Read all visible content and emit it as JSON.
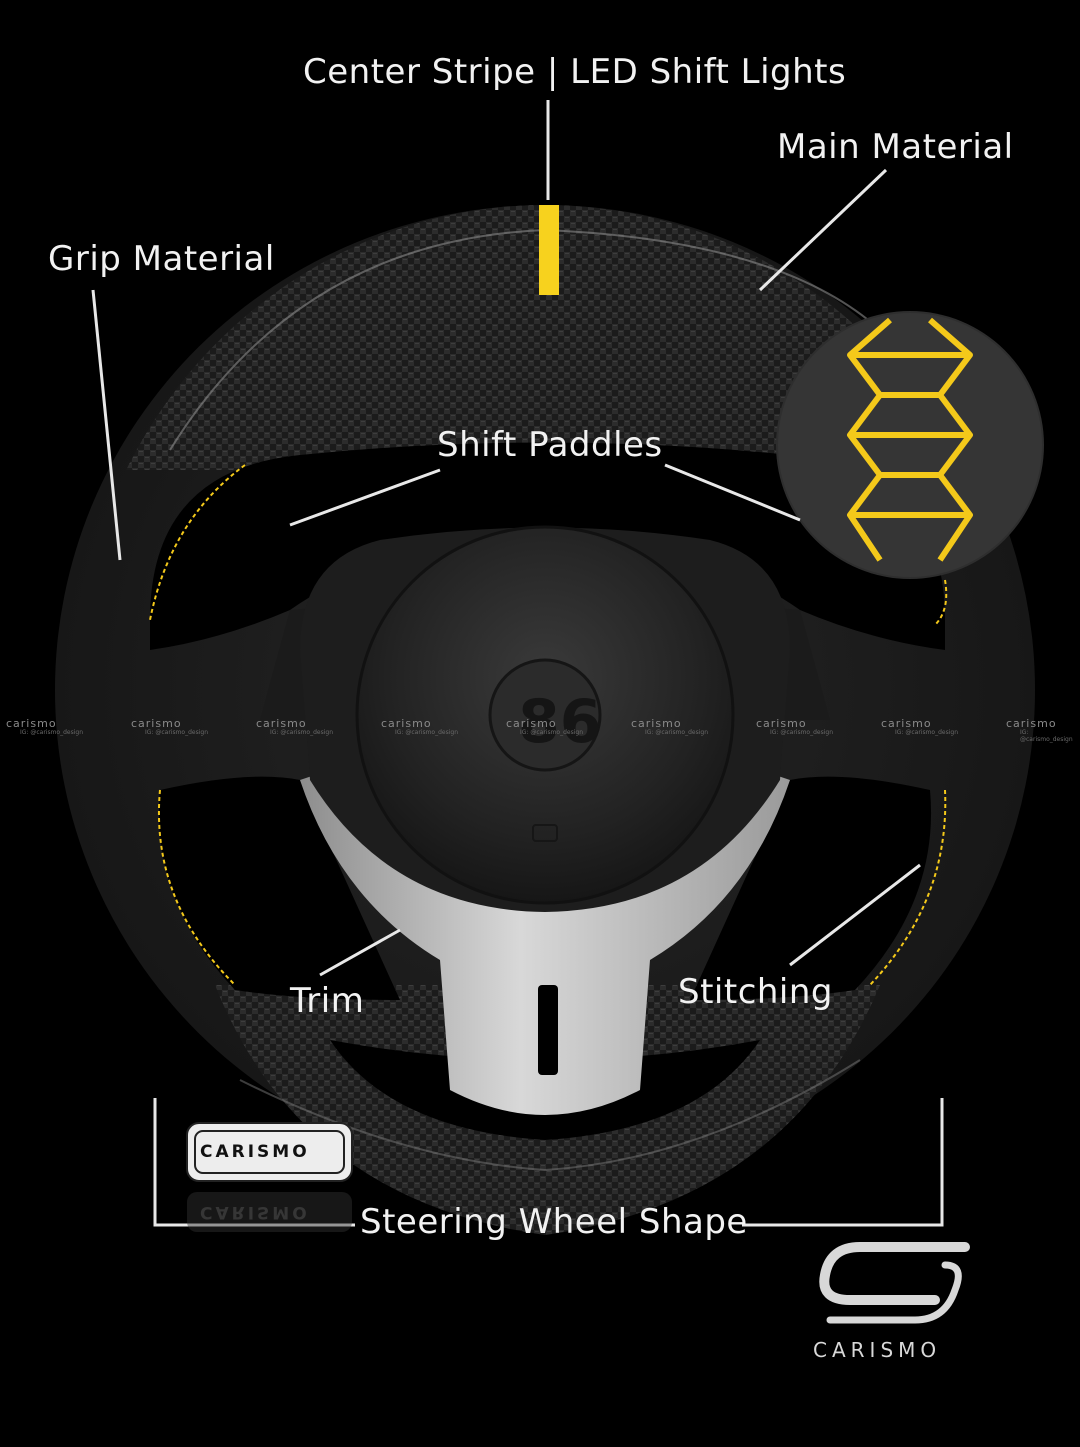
{
  "labels": {
    "center_stripe": "Center Stripe | LED Shift Lights",
    "main_material": "Main Material",
    "grip_material": "Grip Material",
    "shift_paddles": "Shift Paddles",
    "trim": "Trim",
    "stitching": "Stitching",
    "steering_wheel_shape": "Steering Wheel Shape"
  },
  "watermark": {
    "brand": "carismo",
    "handle": "IG: @carismo_design"
  },
  "badge": {
    "text": "CARISMO"
  },
  "logo": {
    "wordmark": "CARISMO"
  },
  "colors": {
    "background": "#000000",
    "stitching": "#f4c91a",
    "stripe": "#f7d21e",
    "trim": "#c9c9c9",
    "label_text": "#f2f2f2"
  }
}
